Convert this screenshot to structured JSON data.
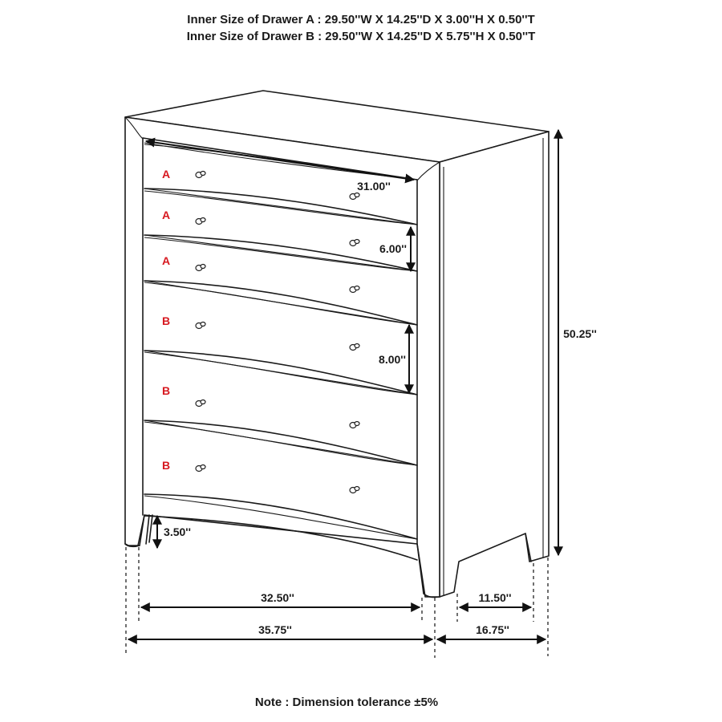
{
  "header": {
    "line1": "Inner Size of Drawer A : 29.50''W X 14.25''D X 3.00''H X 0.50''T",
    "line2": "Inner Size of Drawer B : 29.50''W X 14.25''D X 5.75''H X 0.50''T"
  },
  "drawers": [
    {
      "label": "A"
    },
    {
      "label": "A"
    },
    {
      "label": "A"
    },
    {
      "label": "B"
    },
    {
      "label": "B"
    },
    {
      "label": "B"
    }
  ],
  "dimensions": {
    "drawer_front_width": "31.00''",
    "drawer_a_height": "6.00''",
    "drawer_b_height": "8.00''",
    "overall_height": "50.25''",
    "leg_height": "3.50''",
    "leg_span_width": "32.50''",
    "overall_width": "35.75''",
    "side_leg_span_depth": "11.50''",
    "overall_depth": "16.75''"
  },
  "colors": {
    "drawer_label": "#d71920",
    "line": "#1a1a1a"
  },
  "footer": {
    "note": "Note : Dimension tolerance ±5%"
  }
}
